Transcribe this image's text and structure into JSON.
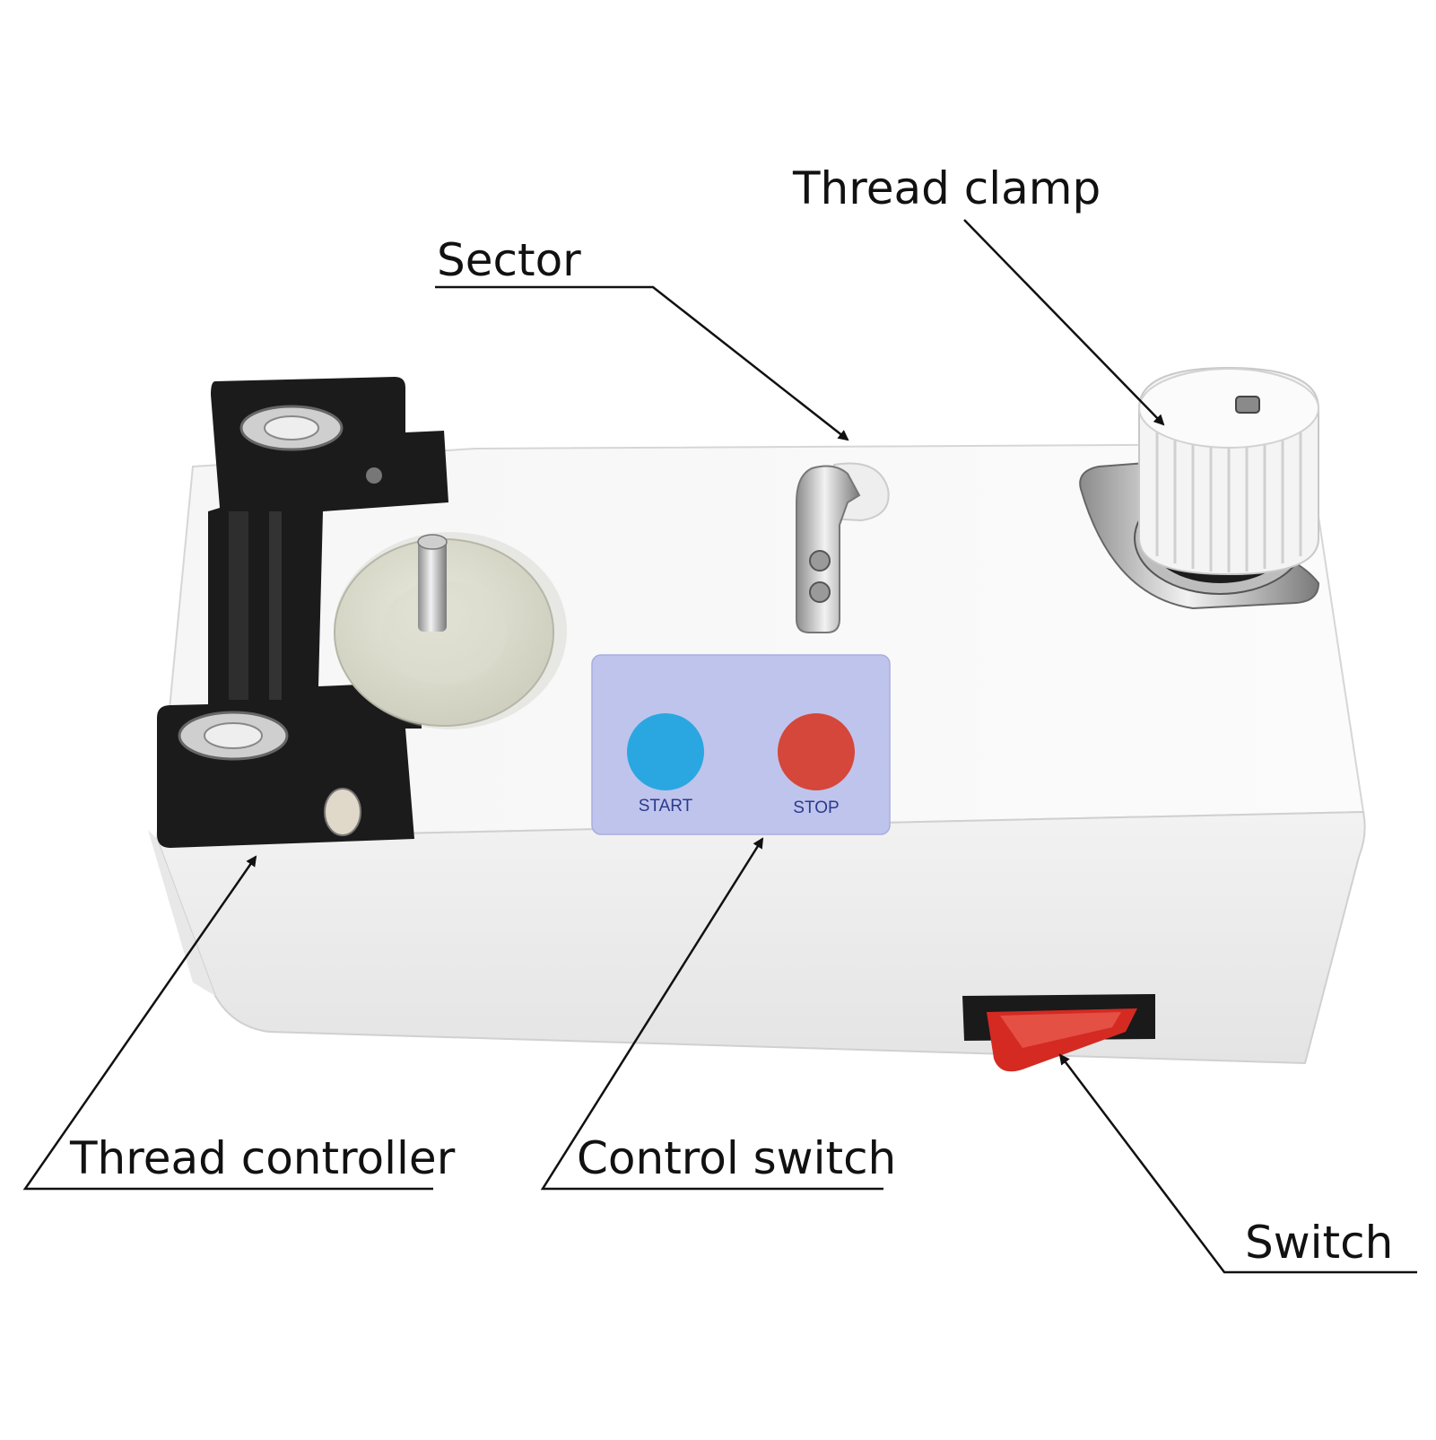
{
  "callouts": {
    "thread_clamp": "Thread clamp",
    "sector": "Sector",
    "thread_controller": "Thread controller",
    "control_switch": "Control switch",
    "switch": "Switch"
  },
  "control_panel": {
    "start_label": "START",
    "stop_label": "STOP",
    "start_color": "#2aa7e0",
    "stop_color": "#d5473a",
    "panel_color": "#bfc4ec"
  },
  "rocker_switch": {
    "color": "#d42a22"
  },
  "icons": [
    "bobbin-spindle-icon",
    "thread-tension-knob-icon",
    "sector-plate-icon",
    "rocker-switch-icon"
  ]
}
